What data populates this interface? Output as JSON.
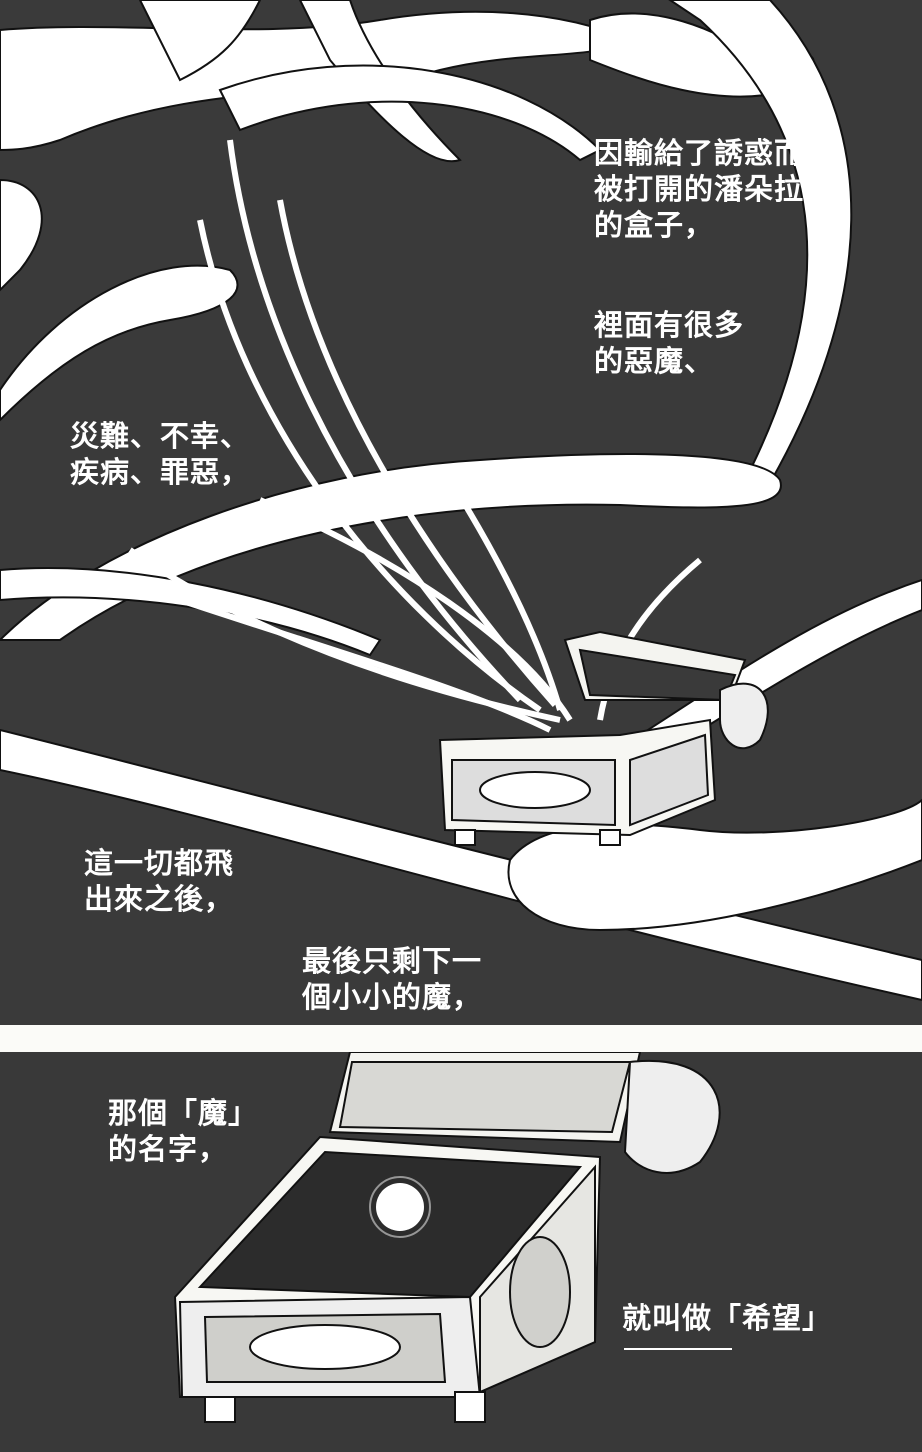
{
  "captions": {
    "pandora": [
      "因輸給了誘惑而",
      "被打開的潘朵拉",
      "的盒子，"
    ],
    "devils": [
      "裡面有很多",
      "的惡魔、"
    ],
    "disasters": [
      "災難、不幸、",
      "疾病、罪惡，"
    ],
    "flew_out": [
      "這一切都飛",
      "出來之後，"
    ],
    "remained": [
      "最後只剩下一",
      "個小小的魔，"
    ],
    "name_of": [
      "那個「魔」",
      "的名字，"
    ],
    "hope": [
      "就叫做「希望」"
    ]
  }
}
